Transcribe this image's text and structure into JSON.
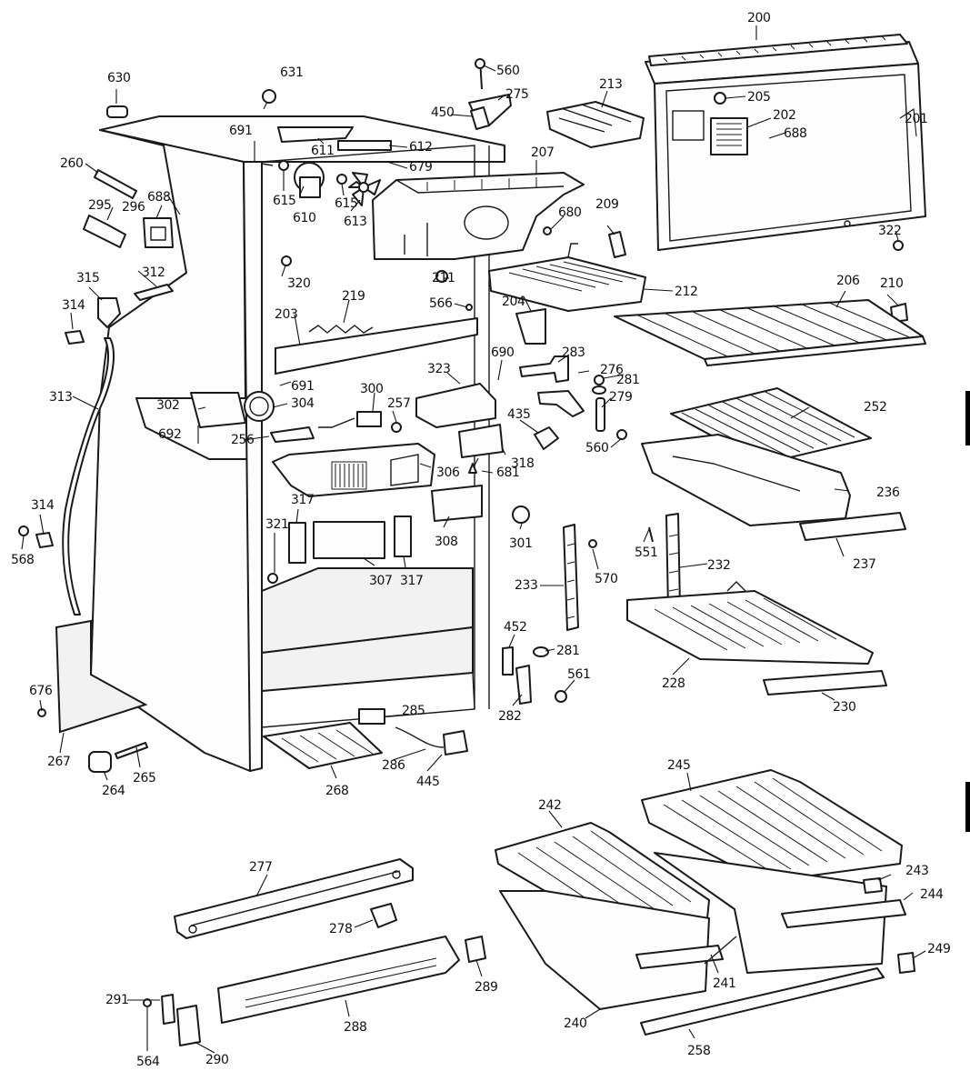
{
  "diagram": {
    "callouts": {
      "c200": "200",
      "c201": "201",
      "c202": "202",
      "c203": "203",
      "c204": "204",
      "c205": "205",
      "c206": "206",
      "c207": "207",
      "c209": "209",
      "c210": "210",
      "c211": "211",
      "c212": "212",
      "c213": "213",
      "c219": "219",
      "c228": "228",
      "c230": "230",
      "c232": "232",
      "c233": "233",
      "c236": "236",
      "c237": "237",
      "c240": "240",
      "c241": "241",
      "c242": "242",
      "c243": "243",
      "c244": "244",
      "c245": "245",
      "c249": "249",
      "c252": "252",
      "c256": "256",
      "c257": "257",
      "c258": "258",
      "c260": "260",
      "c264": "264",
      "c265": "265",
      "c267": "267",
      "c268": "268",
      "c275": "275",
      "c276": "276",
      "c277": "277",
      "c278": "278",
      "c279": "279",
      "c281a": "281",
      "c281b": "281",
      "c282": "282",
      "c283": "283",
      "c285": "285",
      "c286": "286",
      "c288": "288",
      "c289": "289",
      "c290": "290",
      "c291": "291",
      "c295": "295",
      "c296": "296",
      "c300": "300",
      "c301": "301",
      "c302": "302",
      "c304": "304",
      "c306": "306",
      "c307": "307",
      "c308": "308",
      "c312": "312",
      "c313": "313",
      "c314a": "314",
      "c314b": "314",
      "c315": "315",
      "c317a": "317",
      "c317b": "317",
      "c318": "318",
      "c320": "320",
      "c321": "321",
      "c322": "322",
      "c323": "323",
      "c435": "435",
      "c445": "445",
      "c450": "450",
      "c452": "452",
      "c551": "551",
      "c560a": "560",
      "c560b": "560",
      "c561": "561",
      "c564": "564",
      "c566": "566",
      "c568": "568",
      "c570": "570",
      "c610": "610",
      "c611": "611",
      "c612": "612",
      "c613": "613",
      "c615a": "615",
      "c615b": "615",
      "c630": "630",
      "c631": "631",
      "c676": "676",
      "c679": "679",
      "c680": "680",
      "c681": "681",
      "c688a": "688",
      "c688b": "688",
      "c690": "690",
      "c691a": "691",
      "c691b": "691",
      "c692": "692"
    }
  }
}
